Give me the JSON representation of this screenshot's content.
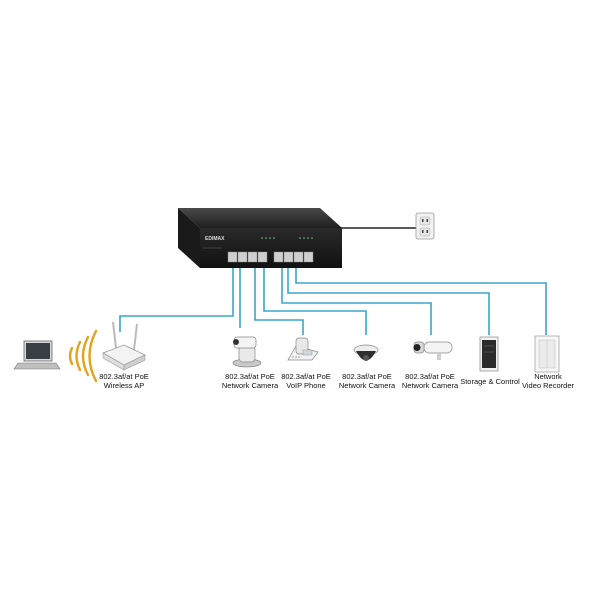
{
  "switch": {
    "brand": "EDIMAX"
  },
  "devices": [
    {
      "id": "wireless-ap",
      "icon": "wireless-router-icon",
      "lines": [
        "802.3af/at PoE",
        "Wireless AP"
      ]
    },
    {
      "id": "camera-1",
      "icon": "ptz-camera-icon",
      "lines": [
        "802.3af/at PoE",
        "Network Camera"
      ]
    },
    {
      "id": "voip-phone",
      "icon": "voip-phone-icon",
      "lines": [
        "802.3af/at PoE",
        "VoIP Phone"
      ]
    },
    {
      "id": "camera-2",
      "icon": "dome-camera-icon",
      "lines": [
        "802.3af/at PoE",
        "Network Camera"
      ]
    },
    {
      "id": "camera-3",
      "icon": "bullet-camera-icon",
      "lines": [
        "802.3af/at PoE",
        "Network Camera"
      ]
    },
    {
      "id": "storage",
      "icon": "storage-server-icon",
      "lines": [
        "Storage & Control"
      ]
    },
    {
      "id": "nvr",
      "icon": "nvr-icon",
      "lines": [
        "Network",
        "Video Recorder"
      ]
    }
  ],
  "extras": {
    "laptop": "laptop-icon",
    "wifi": "wifi-signal-icon",
    "outlet": "power-outlet-icon"
  },
  "colors": {
    "cable": "#3aa6c9",
    "power_cable": "#222222",
    "switch_body": "#2b2b2b",
    "wifi": "#e8a21a"
  }
}
